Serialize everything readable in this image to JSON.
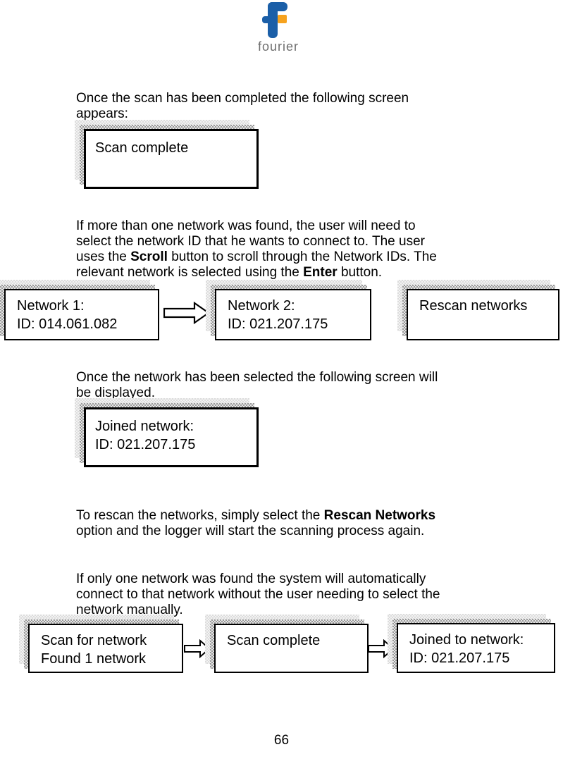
{
  "logo": {
    "brand": "fourier",
    "colors": {
      "blue": "#1b5fa8",
      "orange": "#f6a21e",
      "text_gray": "#6e6e6e"
    }
  },
  "paragraphs": {
    "p1": "Once the scan has been completed the following screen\nappears:",
    "p2": {
      "a": "If more than one network was found, the user will need to\nselect the network ID that he wants to connect to. The user\nuses the ",
      "scroll_bold": "Scroll",
      "b": " button to scroll through the Network IDs. The\nrelevant network is selected using the ",
      "enter_bold": "Enter",
      "c": " button."
    },
    "p3": "Once the network has been selected the following screen will\nbe displayed.",
    "p4": {
      "a": "To rescan the networks, simply select the ",
      "rescan_bold": "Rescan Networks",
      "b": "\noption and the logger will start the scanning process again."
    },
    "p5": "If only one network was found the system will automatically\nconnect to that network without the user needing to select the\nnetwork manually."
  },
  "screens": {
    "scan_complete_top": "Scan complete",
    "network1": "Network 1:\nID: 014.061.082",
    "network2": "Network 2:\nID: 021.207.175",
    "rescan_networks": "Rescan networks",
    "joined_network": "Joined network:\nID: 021.207.175",
    "scan_for_network": "Scan for network\nFound 1 network",
    "scan_complete_bottom": "Scan complete",
    "joined_to_network": "Joined to network:\nID: 021.207.175"
  },
  "page": {
    "number": "66"
  },
  "shadow_colors": {
    "outer": "#dcdcdc",
    "inner": "#9a9a9a"
  }
}
